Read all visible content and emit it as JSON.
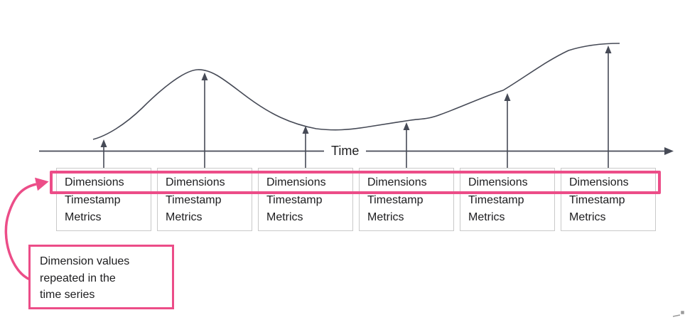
{
  "colors": {
    "accent": "#ec4d88",
    "stroke": "#464a56",
    "box_border": "#c9c9c9",
    "text": "#1d1d1f"
  },
  "axis": {
    "label": "Time"
  },
  "record_box": {
    "dimensions": "Dimensions",
    "timestamp": "Timestamp",
    "metrics": "Metrics"
  },
  "record_box_count": 6,
  "callout": {
    "lines": [
      "Dimension values",
      "repeated in the",
      "time series"
    ]
  }
}
